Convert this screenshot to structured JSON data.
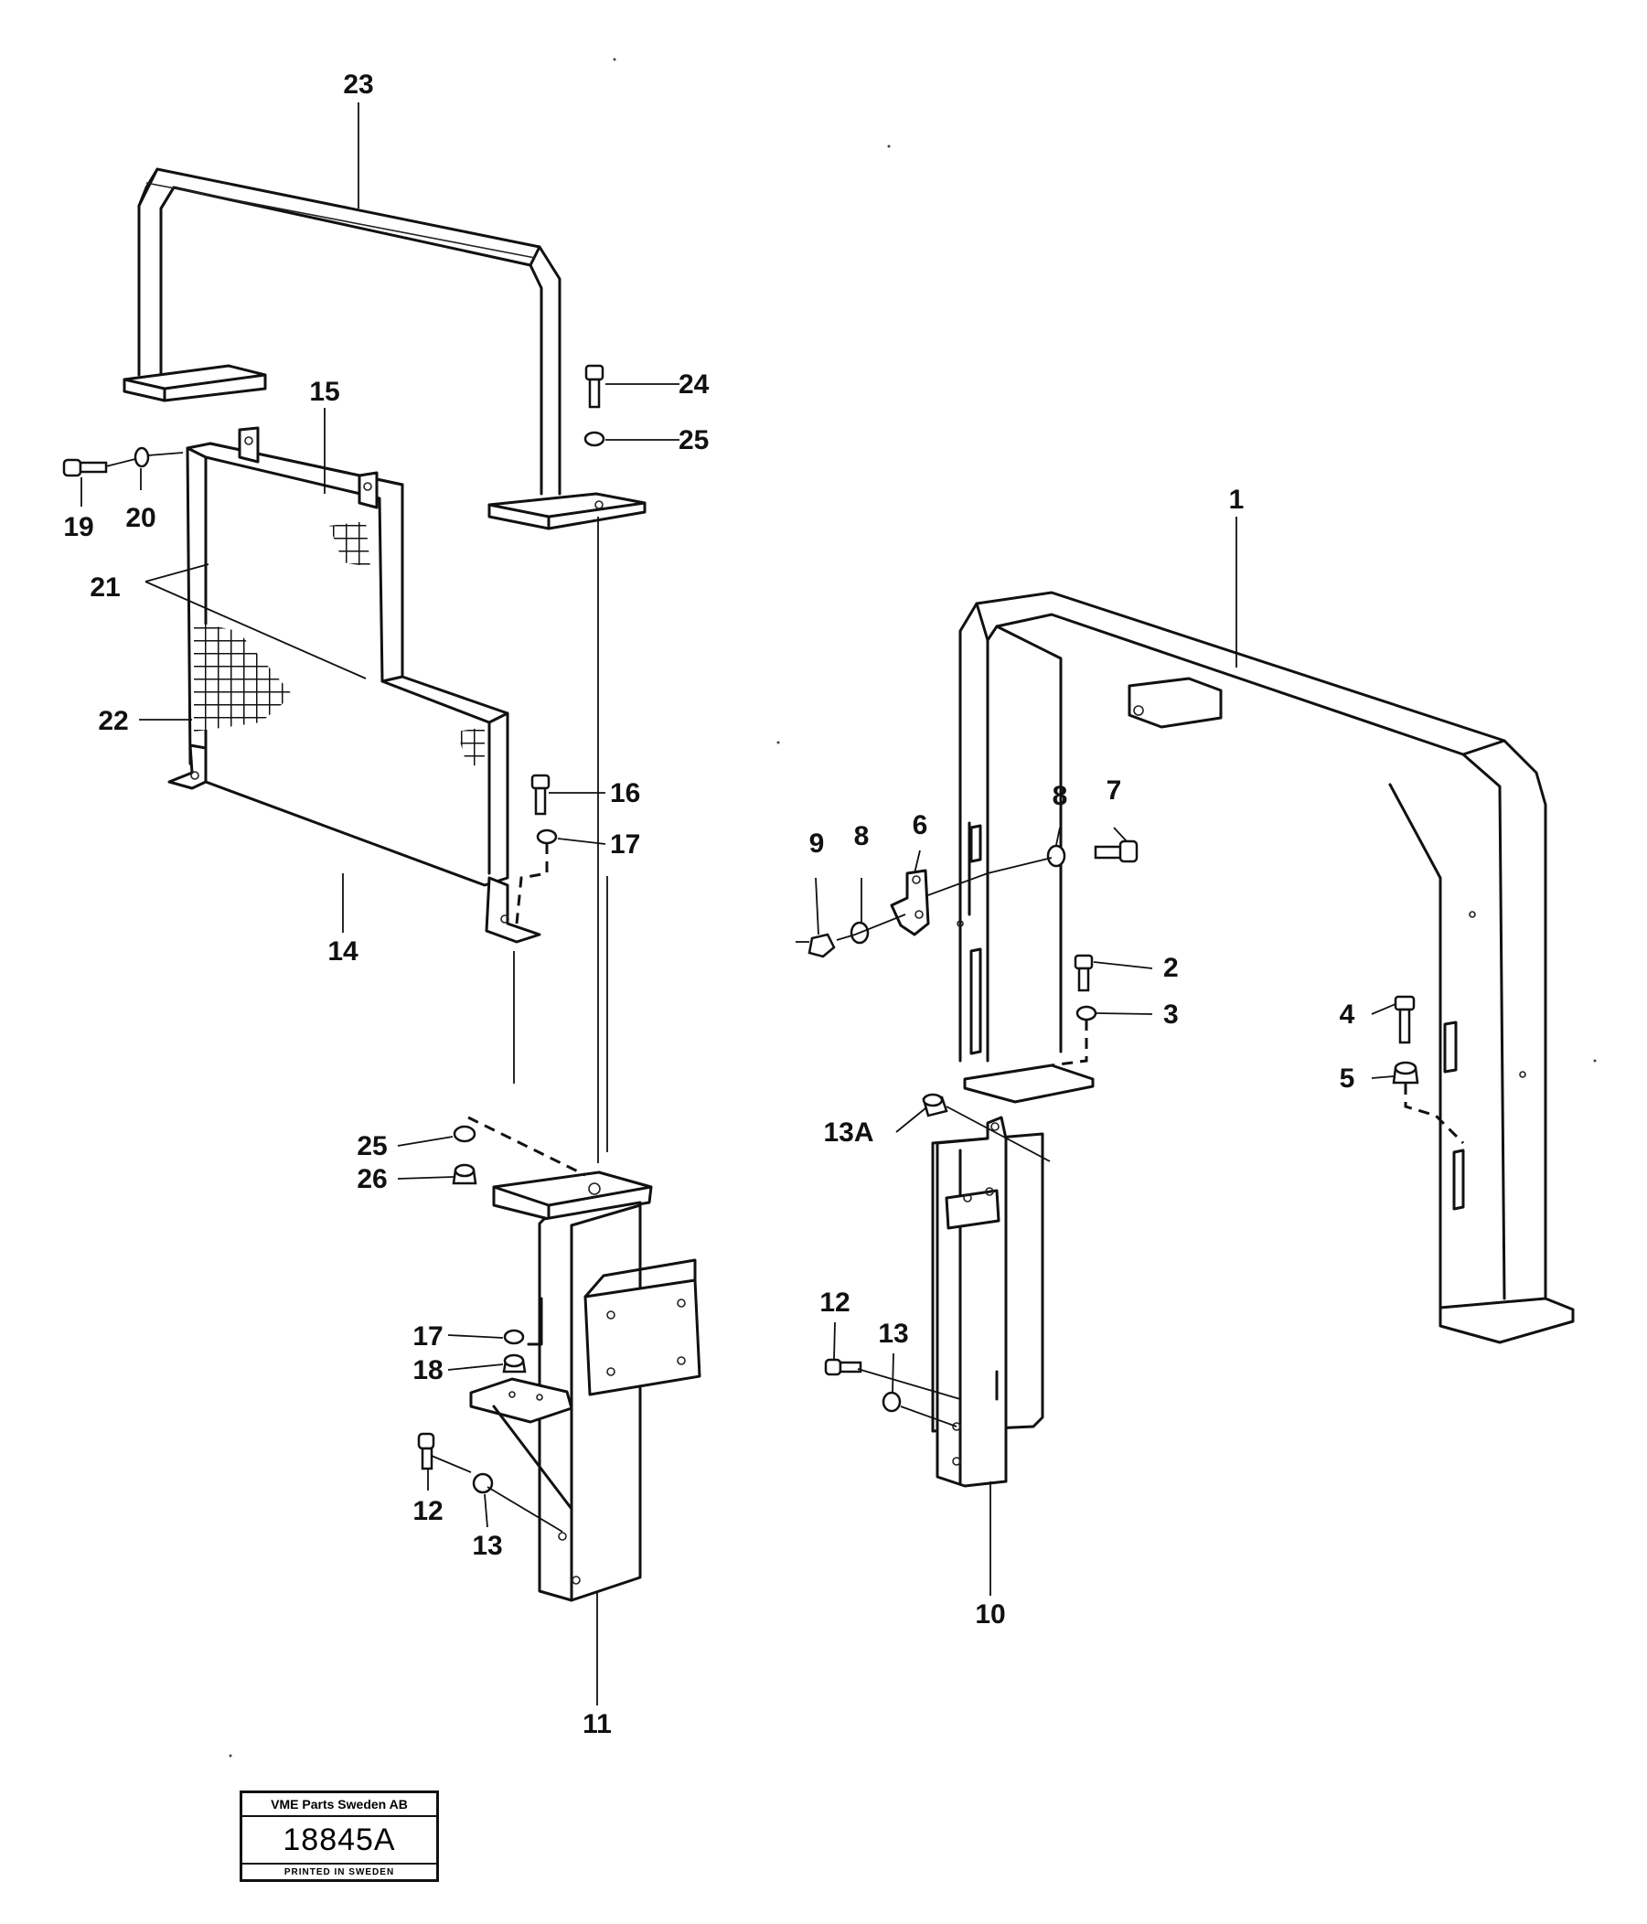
{
  "callouts": {
    "c1": "1",
    "c2": "2",
    "c3": "3",
    "c4": "4",
    "c5": "5",
    "c6": "6",
    "c7": "7",
    "c8a": "8",
    "c8b": "8",
    "c9": "9",
    "c10": "10",
    "c11": "11",
    "c12a": "12",
    "c12b": "12",
    "c13a": "13",
    "c13b": "13",
    "c13A": "13A",
    "c14": "14",
    "c15": "15",
    "c16": "16",
    "c17a": "17",
    "c17b": "17",
    "c18": "18",
    "c19": "19",
    "c20": "20",
    "c21": "21",
    "c22": "22",
    "c23": "23",
    "c24": "24",
    "c25a": "25",
    "c25b": "25",
    "c26": "26"
  },
  "stamp": {
    "company": "VME Parts Sweden AB",
    "drawing_number": "18845A",
    "printed": "PRINTED IN SWEDEN"
  }
}
